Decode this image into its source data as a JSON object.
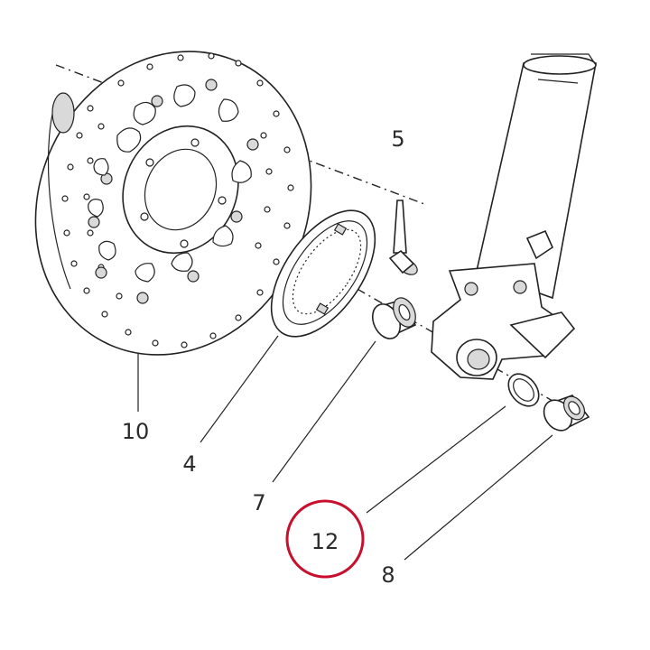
{
  "diagram": {
    "callouts": [
      {
        "id": "10",
        "text": "10"
      },
      {
        "id": "4",
        "text": "4"
      },
      {
        "id": "7",
        "text": "7"
      },
      {
        "id": "12",
        "text": "12"
      },
      {
        "id": "8",
        "text": "8"
      },
      {
        "id": "5",
        "text": "5"
      }
    ],
    "highlight": {
      "callout": "12",
      "color": "#c8102e"
    }
  }
}
